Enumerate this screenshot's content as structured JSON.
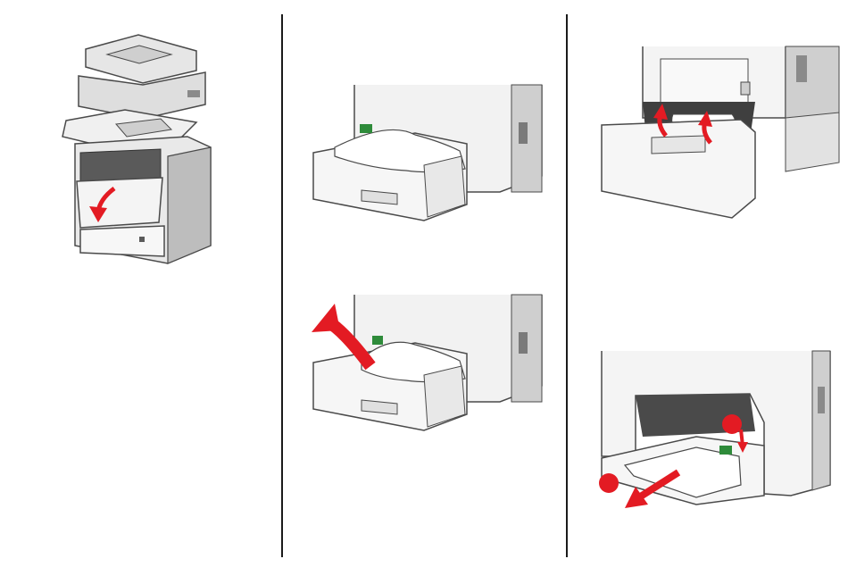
{
  "colors": {
    "arrow": "#e31b23",
    "outline": "#4a4a4a",
    "body_light": "#f2f2f2",
    "body_mid": "#d9d9d9",
    "body_dark": "#9a9a9a",
    "paper": "#ffffff",
    "accent_green": "#2e8b3a",
    "divider": "#1a1a1a"
  },
  "steps": [
    {
      "illustration": "printer-front-door-open",
      "arrow": "red-arrow-icon"
    },
    {
      "illustration": "tray-jammed-paper",
      "arrow": ""
    },
    {
      "illustration": "tray-lift-paper",
      "arrow": "red-arrow-icon"
    },
    {
      "illustration": "tray-slot-rollers",
      "arrow": "red-arrow-icon"
    },
    {
      "illustration": "manual-feeder-pull-paper",
      "arrow": "red-arrow-icon"
    }
  ],
  "callouts": {
    "one": "",
    "two": ""
  }
}
